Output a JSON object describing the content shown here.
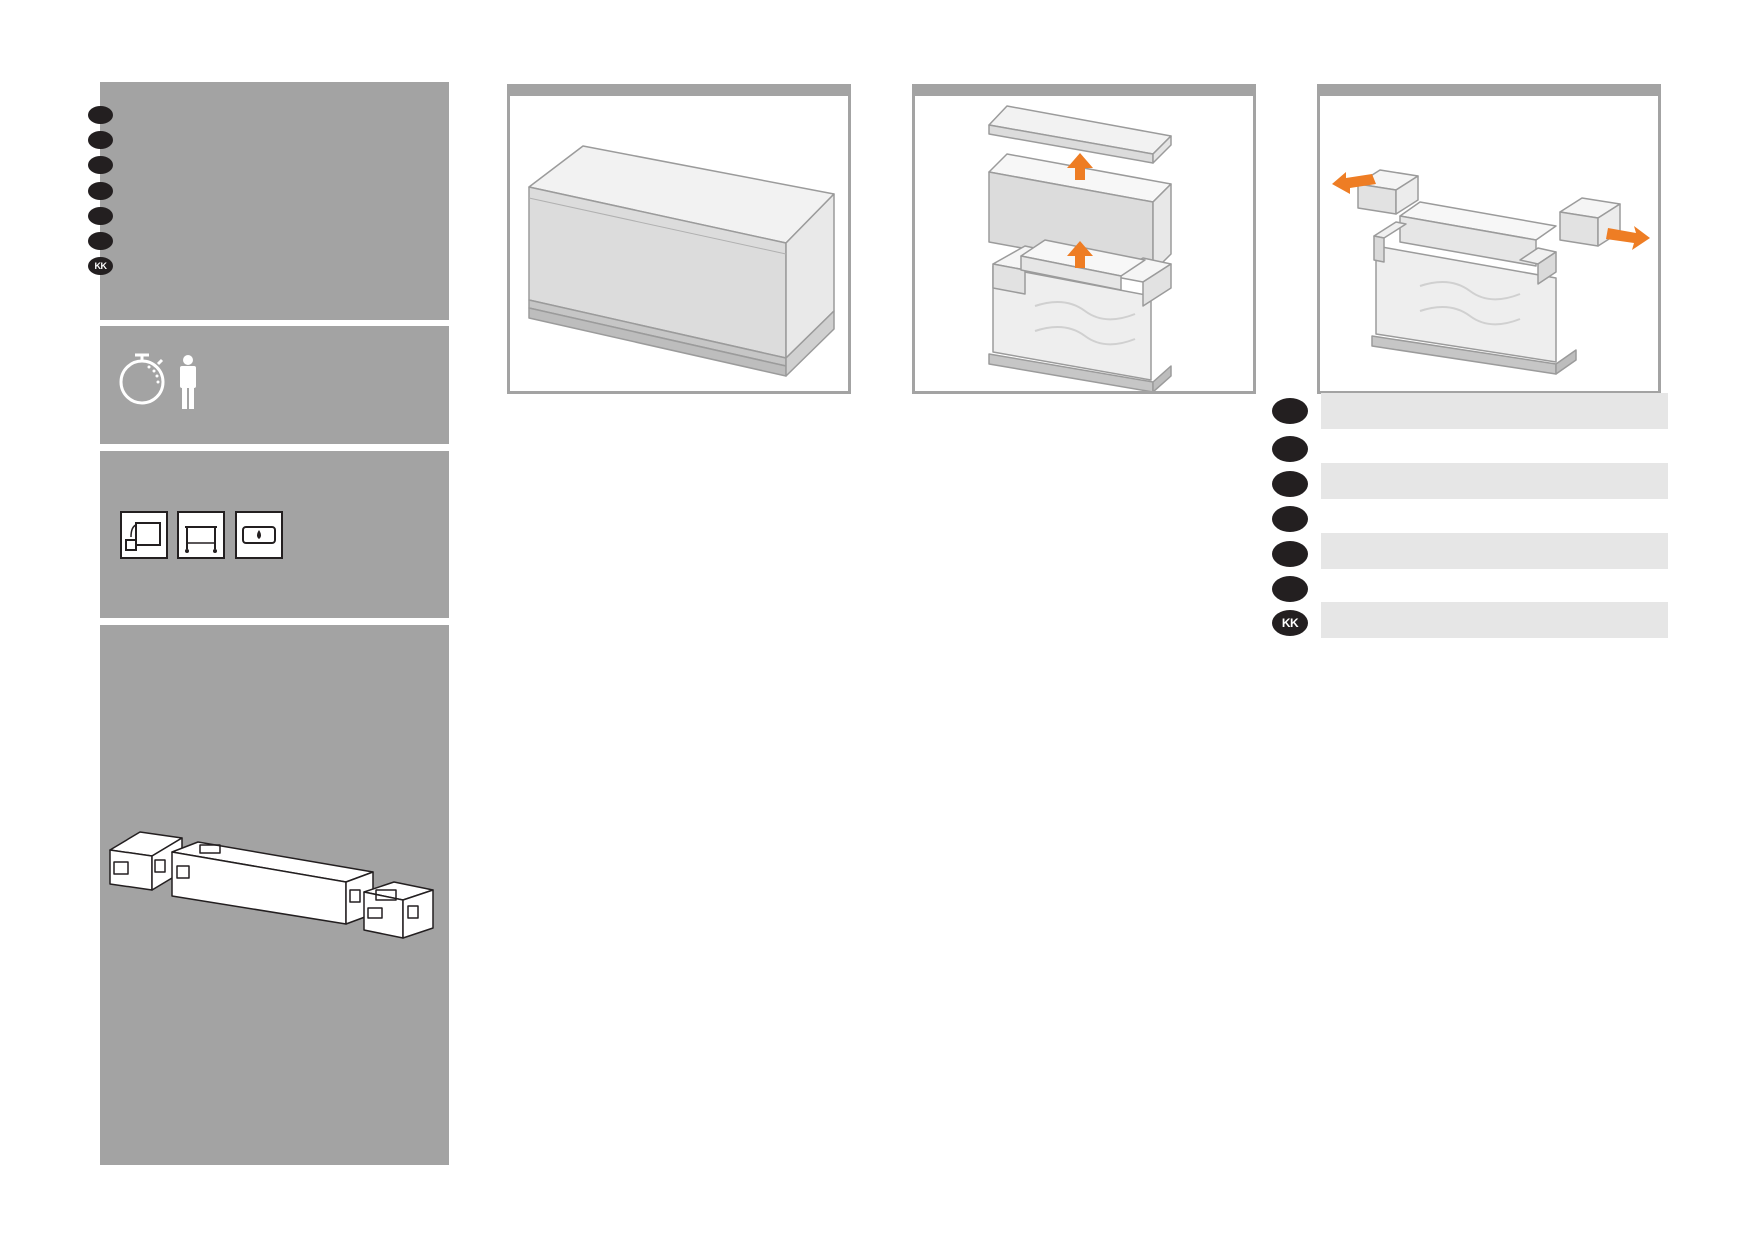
{
  "languages": {
    "sidebar_badges": [
      "",
      "",
      "",
      "",
      "",
      "",
      "KK"
    ],
    "step_badges": [
      "",
      "",
      "",
      "",
      "",
      "",
      "KK"
    ]
  },
  "requirements": {
    "time_icon": "stopwatch-icon",
    "people_icon": "person-icon",
    "people_count": 1
  },
  "tools": [
    "rotate-space-icon",
    "stand-icon",
    "ink-supply-icon"
  ],
  "boxes_icon": "shipping-boxes-icon",
  "steps": [
    {
      "illustration": "closed-shipping-box"
    },
    {
      "illustration": "lift-lid-and-sleeve",
      "arrow_color": "#ee7d24"
    },
    {
      "illustration": "remove-end-foam",
      "arrow_color": "#ee7d24"
    }
  ],
  "colors": {
    "sidebar": "#a3a3a3",
    "badge": "#231f20",
    "accent_arrow": "#ee7d24",
    "strip": "#e6e6e6"
  }
}
